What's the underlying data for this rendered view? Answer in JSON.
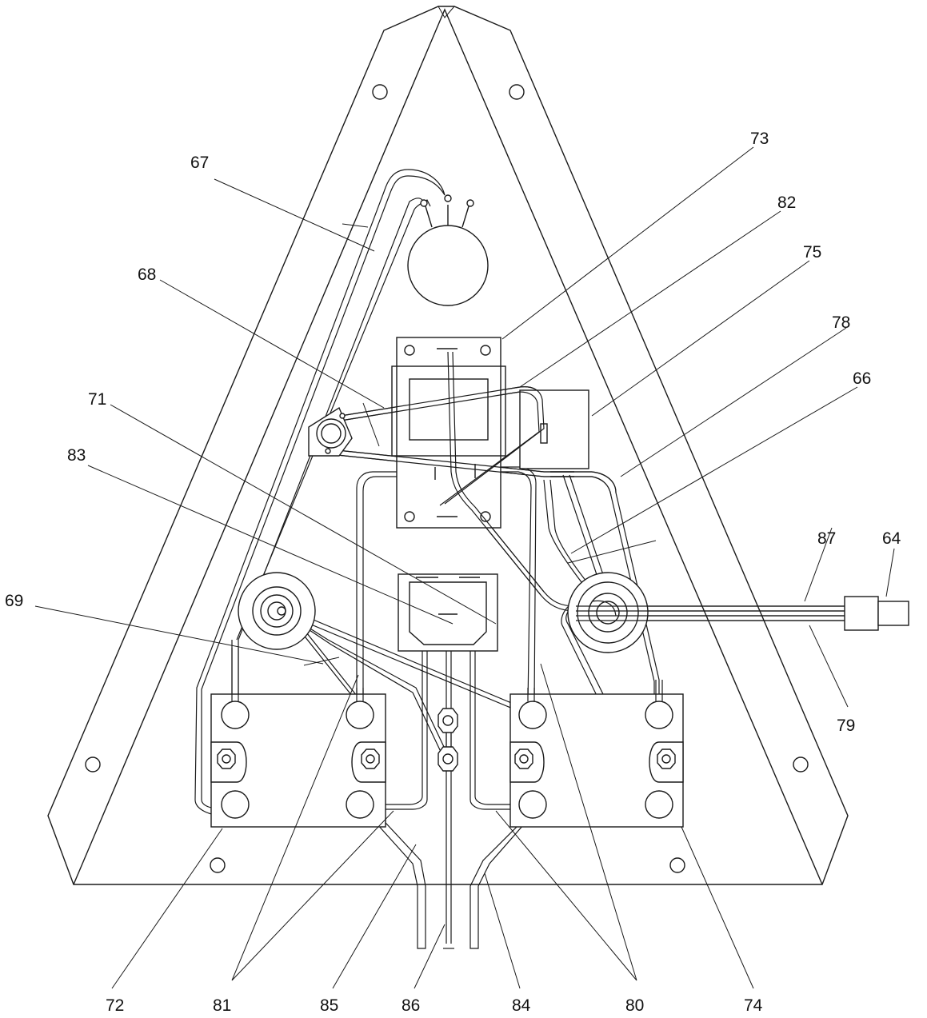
{
  "callouts": {
    "c64": "64",
    "c66": "66",
    "c67": "67",
    "c68": "68",
    "c69": "69",
    "c71": "71",
    "c72": "72",
    "c73": "73",
    "c74": "74",
    "c75": "75",
    "c78": "78",
    "c79": "79",
    "c80": "80",
    "c81": "81",
    "c82": "82",
    "c83": "83",
    "c84": "84",
    "c85": "85",
    "c86": "86",
    "c87": "87"
  }
}
